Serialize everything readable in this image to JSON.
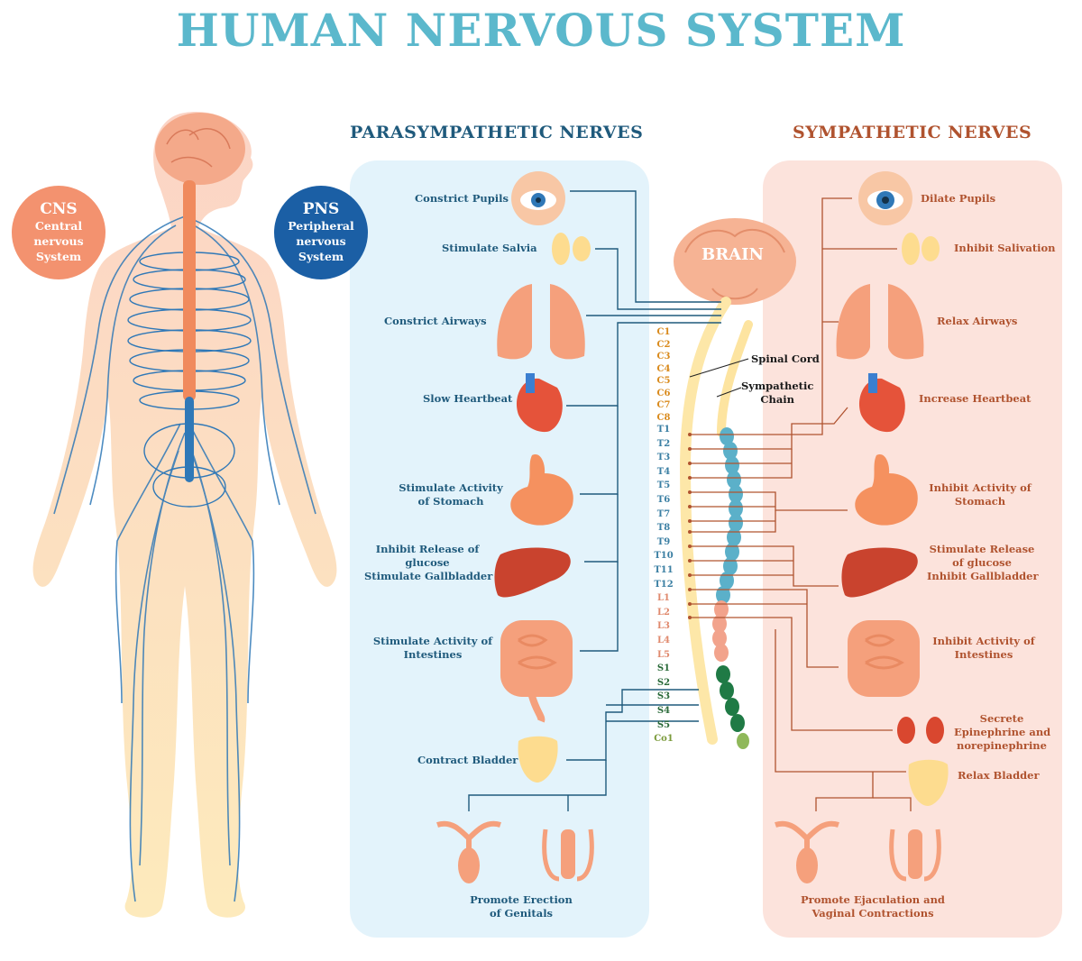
{
  "title": "HUMAN NERVOUS SYSTEM",
  "cns": {
    "abbr": "CNS",
    "lines": [
      "Central",
      "nervous",
      "System"
    ]
  },
  "pns": {
    "abbr": "PNS",
    "lines": [
      "Peripheral",
      "nervous",
      "System"
    ]
  },
  "parasympathetic": {
    "title": "PARASYMPATHETIC NERVES",
    "items": [
      {
        "lines": [
          "Constrict Pupils"
        ]
      },
      {
        "lines": [
          "Stimulate Salvia"
        ]
      },
      {
        "lines": [
          "Constrict Airways"
        ]
      },
      {
        "lines": [
          "Slow Heartbeat"
        ]
      },
      {
        "lines": [
          "Stimulate Activity",
          "of Stomach"
        ]
      },
      {
        "lines": [
          "Inhibit Release of",
          "glucose",
          "Stimulate Gallbladder"
        ]
      },
      {
        "lines": [
          "Stimulate Activity of",
          "Intestines"
        ]
      },
      {
        "lines": [
          "Contract Bladder"
        ]
      },
      {
        "lines": [
          "Promote Erection",
          "of Genitals"
        ]
      }
    ]
  },
  "sympathetic": {
    "title": "SYMPATHETIC NERVES",
    "items": [
      {
        "lines": [
          "Dilate Pupils"
        ]
      },
      {
        "lines": [
          "Inhibit Salivation"
        ]
      },
      {
        "lines": [
          "Relax Airways"
        ]
      },
      {
        "lines": [
          "Increase Heartbeat"
        ]
      },
      {
        "lines": [
          "Inhibit Activity of",
          "Stomach"
        ]
      },
      {
        "lines": [
          "Stimulate Release",
          "of glucose",
          "Inhibit Gallbladder"
        ]
      },
      {
        "lines": [
          "Inhibit Activity of",
          "Intestines"
        ]
      },
      {
        "lines": [
          "Secrete",
          "Epinephrine and",
          "norepinephrine"
        ]
      },
      {
        "lines": [
          "Relax Bladder"
        ]
      },
      {
        "lines": [
          "Promote Ejaculation and",
          "Vaginal Contractions"
        ]
      }
    ]
  },
  "center": {
    "brain": "BRAIN",
    "spinal_cord": "Spinal Cord",
    "sympathetic_chain": [
      "Sympathetic",
      "Chain"
    ]
  },
  "vertebrae": {
    "cervical": [
      "C1",
      "C2",
      "C3",
      "C4",
      "C5",
      "C6",
      "C7",
      "C8"
    ],
    "thoracic": [
      "T1",
      "T2",
      "T3",
      "T4",
      "T5",
      "T6",
      "T7",
      "T8",
      "T9",
      "T10",
      "T11",
      "T12"
    ],
    "lumbar": [
      "L1",
      "L2",
      "L3",
      "L4",
      "L5"
    ],
    "sacral": [
      "S1",
      "S2",
      "S3",
      "S4",
      "S5"
    ],
    "coccygeal": [
      "Co1"
    ]
  },
  "colors": {
    "title": "#5bb8cc",
    "parasympathetic": "#1f5a7c",
    "sympathetic": "#b0532f",
    "para_panel": "#e3f3fb",
    "symp_panel": "#fce3dc",
    "cns_bubble": "#f3926f",
    "pns_bubble": "#1b5fa5",
    "nerve_blue": "#2f78b7",
    "spinal_orange": "#f08a5d",
    "cervical_text": "#d98a1c",
    "thoracic_text": "#3b7fa3",
    "lumbar_text": "#e08a6e",
    "sacral_text": "#2b6b3a"
  }
}
